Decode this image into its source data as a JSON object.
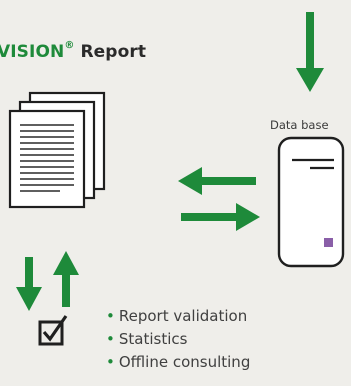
{
  "title": {
    "brand": "VISION",
    "reg": "®",
    "word": "Report"
  },
  "database": {
    "label": "Data base"
  },
  "features": [
    "Report validation",
    "Statistics",
    "Offline consulting"
  ],
  "bullet_glyph": "•",
  "colors": {
    "arrow": "#1e8a3a",
    "text": "#2a2a2a",
    "background": "#efeeea",
    "server_accent": "#8a5fa8"
  }
}
